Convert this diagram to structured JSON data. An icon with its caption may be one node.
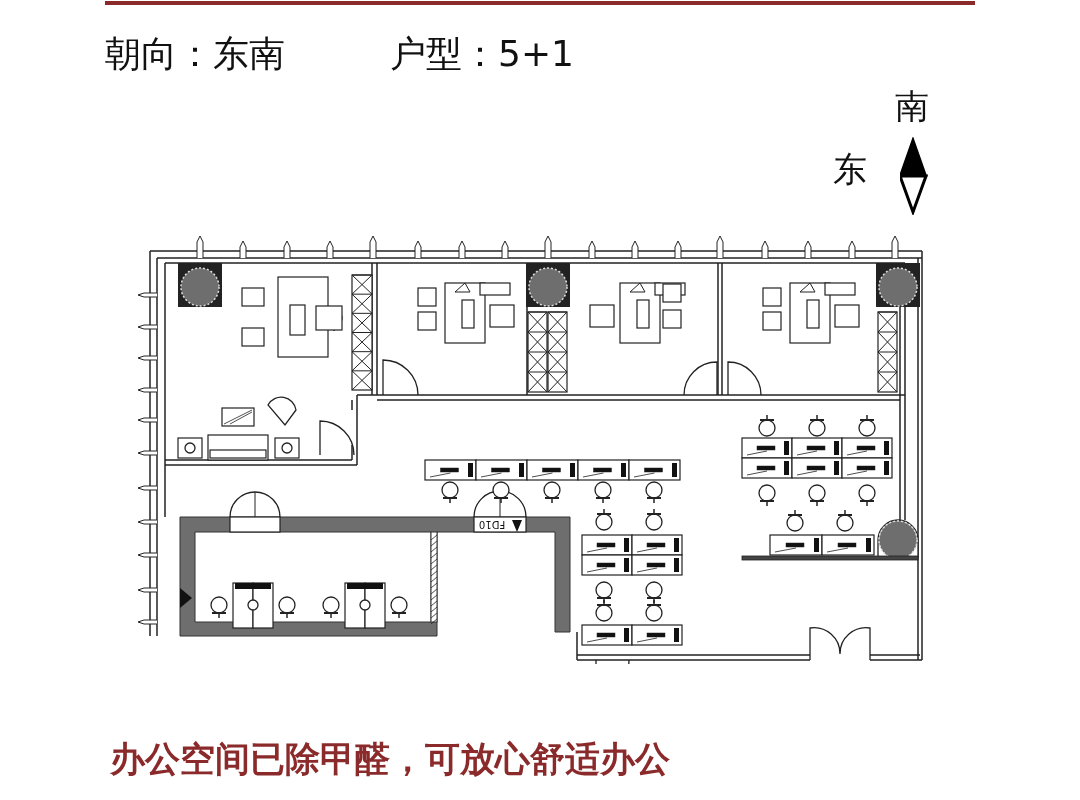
{
  "diagram": {
    "caption": "办公空间已除甲醛，可放心舒适办公",
    "labels": [
      "朝向：东南",
      "户型：5+1",
      "南",
      "东",
      "FD10"
    ]
  }
}
